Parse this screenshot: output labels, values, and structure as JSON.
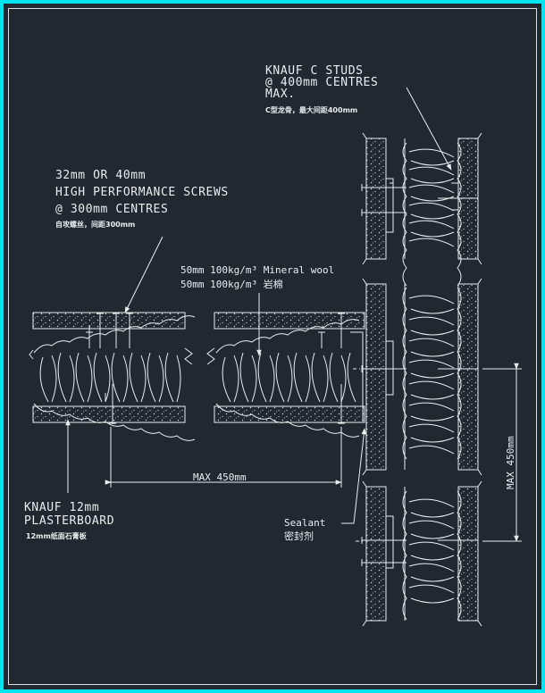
{
  "labels": {
    "studs": {
      "line1": "KNAUF C STUDS",
      "line2": "@ 400mm CENTRES",
      "line3": "MAX.",
      "cn": "C型龙骨，最大间距400mm"
    },
    "screws": {
      "line1": "32mm OR 40mm",
      "line2": "HIGH PERFORMANCE SCREWS",
      "line3": "@ 300mm CENTRES",
      "cn": "自攻螺丝，间距300mm"
    },
    "wool": {
      "line1": "50mm 100kg/m³ Mineral wool",
      "line2": "50mm 100kg/m³ 岩棉"
    },
    "board": {
      "line1": "KNAUF 12mm",
      "line2": "PLASTERBOARD",
      "cn": "12mm纸面石膏板"
    },
    "sealant": {
      "line1": "Sealant",
      "line2": "密封剂"
    }
  },
  "dimensions": {
    "horizontal": "MAX 450mm",
    "vertical": "MAX 450mm"
  },
  "colors": {
    "frame": "#00e5f0",
    "background": "#212830",
    "linework": "#e9edf0"
  }
}
